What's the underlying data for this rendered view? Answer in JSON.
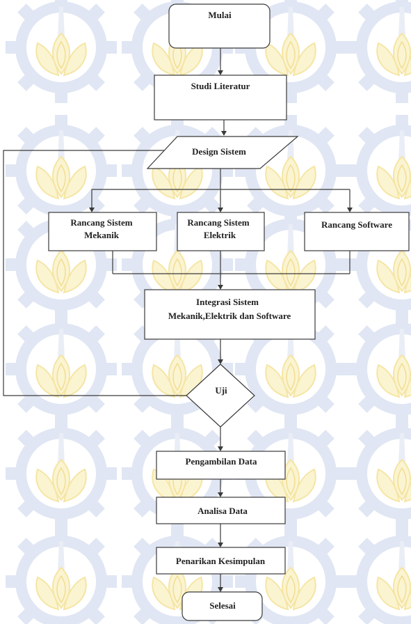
{
  "flowchart": {
    "start": "Mulai",
    "literature": "Studi Literatur",
    "design": "Design Sistem",
    "mechanical": [
      "Rancang Sistem",
      "Mekanik"
    ],
    "electrical": [
      "Rancang Sistem",
      "Elektrik"
    ],
    "software": "Rancang Software",
    "integration": [
      "Integrasi Sistem",
      "Mekanik,Elektrik dan Software"
    ],
    "test": "Uji",
    "data_collection": "Pengambilan Data",
    "data_analysis": "Analisa Data",
    "conclusion": "Penarikan Kesimpulan",
    "end": "Selesai"
  },
  "watermark": {
    "description_icon": "university-emblem-icon",
    "colors": {
      "gear": "#dde4f2",
      "lotus": "#fbf3cc"
    }
  }
}
